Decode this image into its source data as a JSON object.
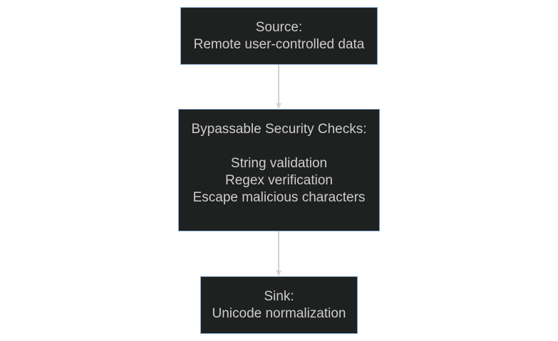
{
  "diagram": {
    "nodes": [
      {
        "id": "source",
        "lines": [
          "Source:",
          "Remote user-controlled data"
        ]
      },
      {
        "id": "checks",
        "lines": [
          "Bypassable Security Checks:",
          "",
          "String validation",
          "Regex verification",
          "Escape malicious characters"
        ]
      },
      {
        "id": "sink",
        "lines": [
          "Sink:",
          "Unicode normalization"
        ]
      }
    ],
    "edges": [
      {
        "from": "source",
        "to": "checks"
      },
      {
        "from": "checks",
        "to": "sink"
      }
    ],
    "colors": {
      "node_fill": "#1f2020",
      "node_border": "#81a3c8",
      "text": "#cccccc",
      "edge": "#d3d3d3",
      "background": "#ffffff"
    }
  }
}
